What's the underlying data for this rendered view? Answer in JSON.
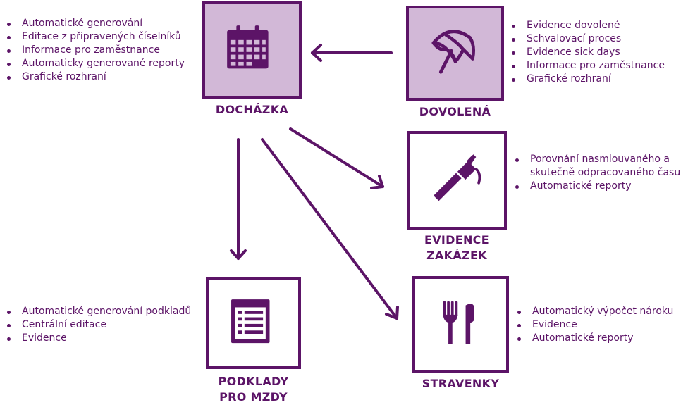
{
  "colors": {
    "primary": "#5c1467",
    "box_fill": "#d2b8d7"
  },
  "nodes": {
    "dochazka": {
      "title": "DOCHÁZKA",
      "icon": "calendar-icon",
      "features": [
        "Automatické generování",
        "Editace z připravených číselníků",
        "Informace pro zaměstnance",
        "Automaticky generované reporty",
        "Grafické rozhraní"
      ]
    },
    "dovolena": {
      "title": "DOVOLENÁ",
      "icon": "beach-umbrella-icon",
      "features": [
        "Evidence dovolené",
        "Schvalovací proces",
        "Evidence sick days",
        "Informace pro zaměstnance",
        "Grafické rozhraní"
      ]
    },
    "evidence_zakazek": {
      "title_lines": [
        "EVIDENCE",
        "ZAKÁZEK"
      ],
      "icon": "hammer-icon",
      "features": [
        "Porovnání nasmlouvaného a",
        "skutečně odpracovaného času",
        "Automatické reporty"
      ]
    },
    "podklady": {
      "title_lines": [
        "PODKLADY",
        "PRO MZDY"
      ],
      "icon": "list-document-icon",
      "features": [
        "Automatické generování podkladů",
        "Centrální editace",
        "Evidence"
      ]
    },
    "stravenky": {
      "title": "STRAVENKY",
      "icon": "fork-knife-icon",
      "features": [
        "Automatický výpočet nároku",
        "Evidence",
        "Automatické reporty"
      ]
    }
  }
}
